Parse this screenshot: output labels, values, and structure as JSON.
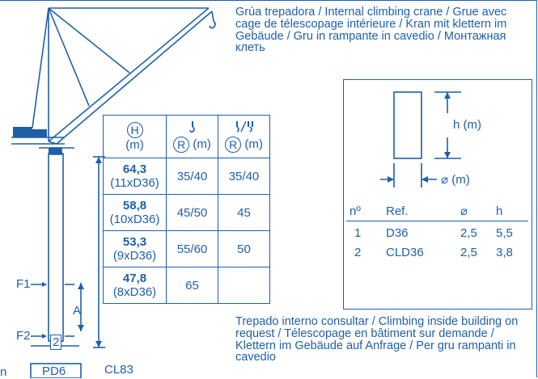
{
  "title_text": "Grúa trepadora / Internal climbing crane / Grue avec cage de télescopage intérieure / Kran mit klettern im Gebäude / Gru in rampante in cavedio / Монтажная клеть",
  "note_text": "Trepado interno consultar / Climbing inside building on request / Télescopage en bâtiment sur demande / Klettern im Gebäude auf Anfrage / Per gru rampanti in cavedio",
  "spec_table": {
    "header": {
      "h_symbol": "H",
      "unit": "(m)",
      "r_symbol": "R",
      "r_unit": "(m)"
    },
    "rows": [
      {
        "height": "64,3",
        "sections": "(11xD36)",
        "r_single": "35/40",
        "r_double": "35/40"
      },
      {
        "height": "58,8",
        "sections": "(10xD36)",
        "r_single": "45/50",
        "r_double": "45"
      },
      {
        "height": "53,3",
        "sections": "(9xD36)",
        "r_single": "55/60",
        "r_double": "50"
      },
      {
        "height": "47,8",
        "sections": "(8xD36)",
        "r_single": "65",
        "r_double": ""
      }
    ]
  },
  "section_diagram": {
    "h_label": "h (m)",
    "w_label": "(m)"
  },
  "ref_table": {
    "headers": {
      "no": "nº",
      "ref": "Ref.",
      "side": "⌀",
      "h": "h"
    },
    "rows": [
      {
        "no": "1",
        "ref": "D36",
        "side": "2,5",
        "h": "5,5"
      },
      {
        "no": "2",
        "ref": "CLD36",
        "side": "2,5",
        "h": "3,8"
      }
    ]
  },
  "crane_labels": {
    "f1": "F1",
    "f2": "F2",
    "a": "A",
    "num2": "2",
    "pd6": "PD6",
    "cl83": "CL83",
    "edge_n": "n"
  },
  "colors": {
    "ink": "#1f5fa8"
  }
}
